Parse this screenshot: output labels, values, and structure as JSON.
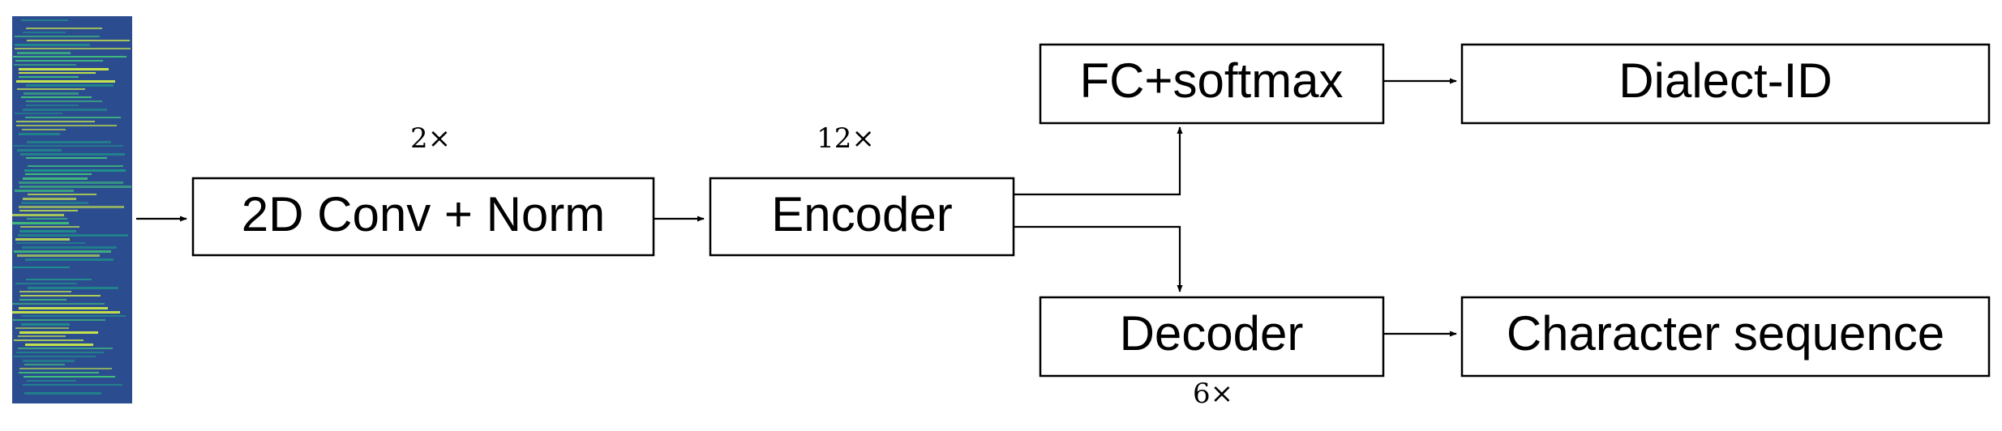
{
  "diagram": {
    "spectrogram": {
      "colors": {
        "background": "#2b4d8f",
        "mid": "#1f8f8a",
        "band": "#3fbf7a",
        "bright": "#c8e64a"
      }
    },
    "boxes": {
      "conv": {
        "label": "2D Conv + Norm",
        "repeat": "2×"
      },
      "encoder": {
        "label": "Encoder",
        "repeat": "12×"
      },
      "fc": {
        "label": "FC+softmax"
      },
      "dialect": {
        "label": "Dialect-ID"
      },
      "decoder": {
        "label": "Decoder",
        "repeat": "6×"
      },
      "charseq": {
        "label": "Character sequence"
      }
    }
  }
}
